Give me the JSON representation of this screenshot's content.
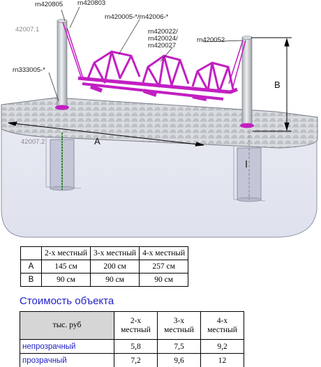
{
  "drawing": {
    "labels": {
      "rn420805": "rn420805",
      "rn420803": "rn420803",
      "rn420005": "rn420005-*/rn42006-*",
      "rn420022": "rn420022/",
      "rn420024": "rn420024/",
      "rn420027": "rn420027",
      "rn420052": "rn420052",
      "p42007_1": "42007.1",
      "rn333005": "rn333005-*",
      "p42007_2": "42007.2"
    },
    "dim_a": "A",
    "dim_b": "B",
    "colors": {
      "frame": "#c21fc2",
      "pipe": "#cfd4d8",
      "tile": "#c9cdd2"
    }
  },
  "dimensions_table": {
    "headers": [
      "",
      "2-х местный",
      "3-х местный",
      "4-х местный"
    ],
    "rows": [
      {
        "label": "А",
        "values": [
          "145 см",
          "200 см",
          "257 см"
        ]
      },
      {
        "label": "В",
        "values": [
          "90 см",
          "90 см",
          "90 см"
        ]
      }
    ]
  },
  "cost": {
    "title": "Стоимость объекта",
    "corner_label": "тыс. руб",
    "columns": [
      {
        "line1": "2-х",
        "line2": "местный"
      },
      {
        "line1": "3-х",
        "line2": "местный"
      },
      {
        "line1": "4-х",
        "line2": "местный"
      }
    ],
    "rows": [
      {
        "label": "непрозрачный",
        "values": [
          "5,8",
          "7,5",
          "9,2"
        ]
      },
      {
        "label": "прозрачный",
        "values": [
          "7,2",
          "9,6",
          "12"
        ]
      }
    ]
  }
}
